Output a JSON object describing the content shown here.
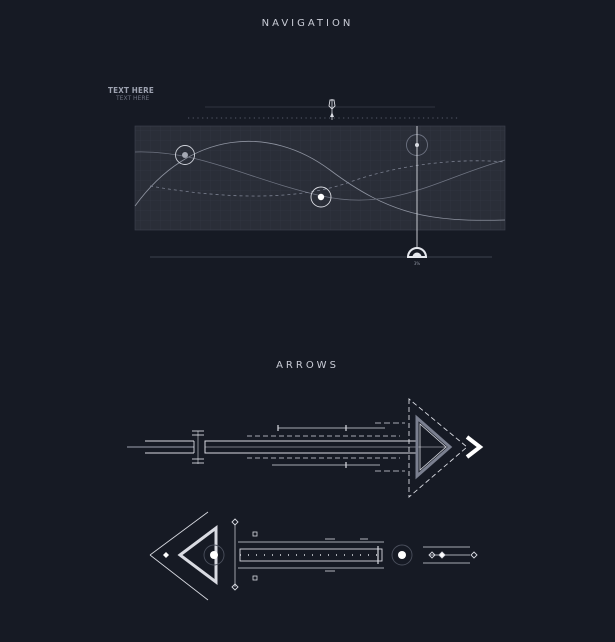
{
  "navigation": {
    "title": "NAVIGATION",
    "label_main": "TEXT HERE",
    "label_sub": "TEXT HERE",
    "marker_readout": "3%"
  },
  "arrows": {
    "title": "ARROWS"
  },
  "colors": {
    "background": "#161a24",
    "panel": "#2a2e38",
    "line": "#d9dbe2",
    "muted": "#6d7281"
  }
}
